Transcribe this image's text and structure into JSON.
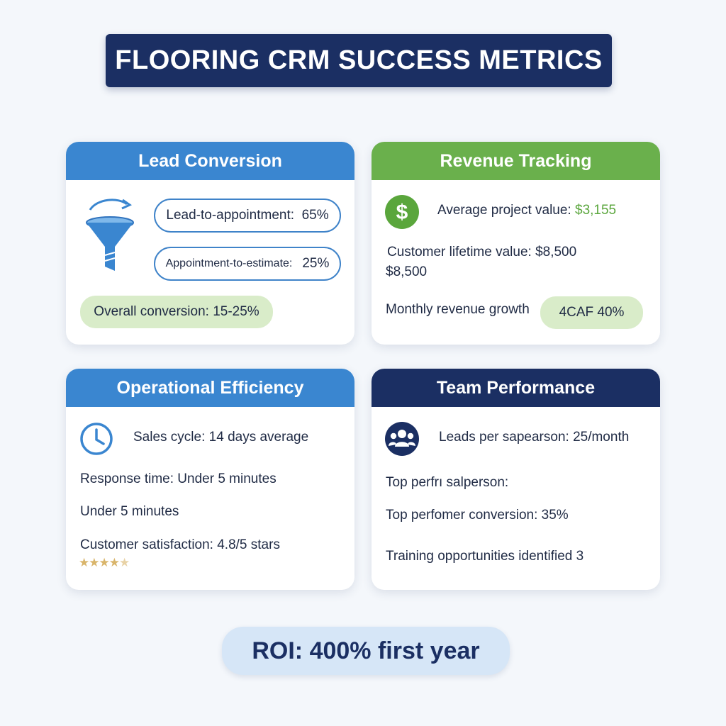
{
  "title": "FLOORING CRM SUCCESS METRICS",
  "colors": {
    "header_blue": "#3a86d0",
    "header_green": "#6ab04c",
    "header_navy": "#1b2f63",
    "accent_green_text": "#5aa63c"
  },
  "lead_conversion": {
    "header": "Lead Conversion",
    "icon": "funnel-icon",
    "pill1": "Lead-to-appointment:  65%",
    "pill2_label": "Appointment-to-estimate:",
    "pill2_value": "25%",
    "overall": "Overall conversion: 15-25%"
  },
  "revenue_tracking": {
    "header": "Revenue Tracking",
    "icon": "dollar-icon",
    "avg_label": "Average project value:",
    "avg_value": "$3,155",
    "lifetime_line1": "Customer lifetime value: $8,500",
    "lifetime_line2": "$8,500",
    "growth_label": "Monthly revenue growth",
    "growth_value": "4CAF 40%"
  },
  "operational_efficiency": {
    "header": "Operational Efficiency",
    "icon": "clock-icon",
    "sales_cycle": "Sales cycle: 14 days average",
    "response_time": "Response time: Under 5 minutes",
    "response_repeat": "Under 5 minutes",
    "satisfaction": "Customer satisfaction: 4.8/5 stars",
    "stars_rating": 4.8,
    "stars_max": 5
  },
  "team_performance": {
    "header": "Team Performance",
    "icon": "team-icon",
    "leads": "Leads per sapearson: 25/month",
    "top_perf": "Top perfrı salperson:",
    "top_conv": "Top perfomer conversion: 35%",
    "training": "Training opportunities identified 3"
  },
  "roi": "ROI: 400% first year"
}
